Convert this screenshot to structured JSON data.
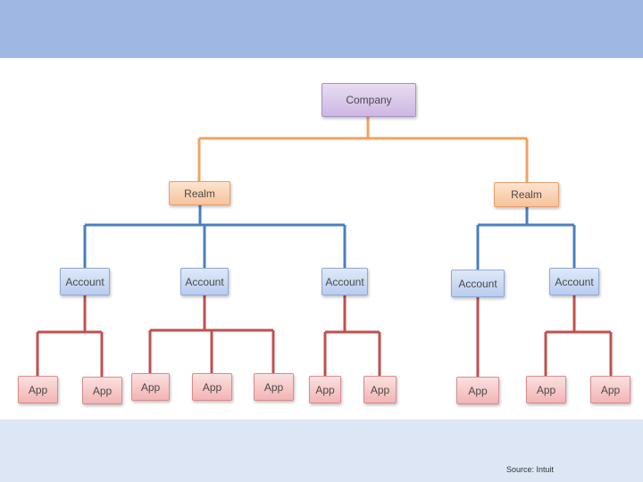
{
  "colors": {
    "company_edge": "#f0a35e",
    "realm_edge": "#4a7ec0",
    "account_edge": "#c0504d"
  },
  "nodes": {
    "company": "Company",
    "realm_1": "Realm",
    "realm_2": "Realm",
    "account_1": "Account",
    "account_2": "Account",
    "account_3": "Account",
    "account_4": "Account",
    "account_5": "Account",
    "app_1": "App",
    "app_2": "App",
    "app_3": "App",
    "app_4": "App",
    "app_5": "App",
    "app_6": "App",
    "app_7": "App",
    "app_8": "App",
    "app_9": "App",
    "app_10": "App"
  },
  "footer": {
    "source": "Source: Intuit"
  }
}
